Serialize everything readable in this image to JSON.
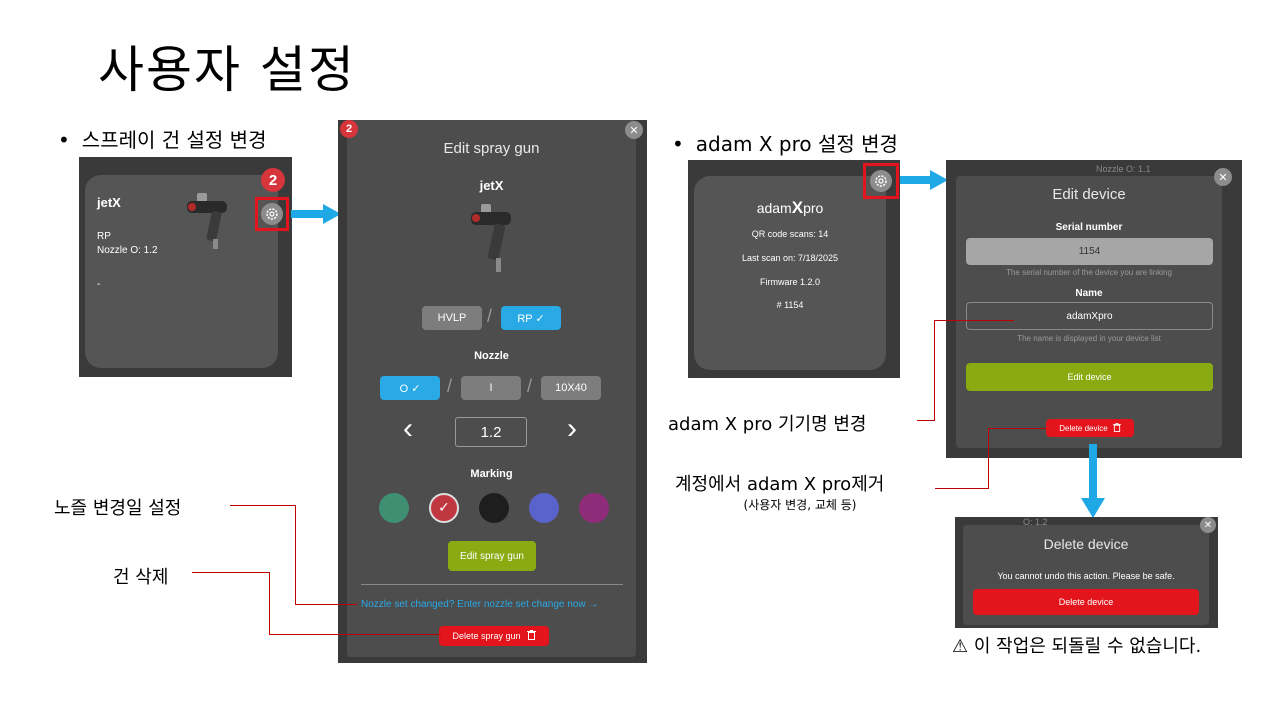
{
  "slide": {
    "title": "사용자 설정",
    "bullet_left": "스프레이 건 설정 변경",
    "bullet_right": "adam X pro 설정 변경",
    "bullet_symbol": "•"
  },
  "gun_card": {
    "name": "jetX",
    "type": "RP",
    "nozzle": "Nozzle O: 1.2",
    "extra": "-",
    "badge": "2"
  },
  "edit_gun": {
    "badge": "2",
    "title": "Edit spray gun",
    "gun_name": "jetX",
    "type_options": [
      {
        "label": "HVLP",
        "selected": false
      },
      {
        "label": "RP ✓",
        "selected": true
      }
    ],
    "nozzle_label": "Nozzle",
    "nozzle_options": [
      {
        "label": "O ✓",
        "selected": true
      },
      {
        "label": "I",
        "selected": false
      },
      {
        "label": "10X40",
        "selected": false
      }
    ],
    "separator": "/",
    "nozzle_value": "1.2",
    "prev": "‹",
    "next": "›",
    "marking_label": "Marking",
    "marking_colors": [
      "#3f8f73",
      "#c0383f",
      "#1e1e1e",
      "#5a63c9",
      "#8f2c79"
    ],
    "marking_check": "✓",
    "save_label": "Edit spray gun",
    "nozzle_change_link": "Nozzle set changed? Enter nozzle set change now →",
    "delete_label": "Delete spray gun",
    "close": "✕"
  },
  "device_card": {
    "brand_pre": "adam",
    "brand_x": "X",
    "brand_post": "pro",
    "qr": "QR code scans: 14",
    "last_scan": "Last scan on: 7/18/2025",
    "firmware": "Firmware 1.2.0",
    "id": "# 1154"
  },
  "edit_device": {
    "title": "Edit device",
    "serial_label": "Serial number",
    "serial_value": "1154",
    "serial_hint": "The serial number of the device you are linking",
    "name_label": "Name",
    "name_value": "adamXpro",
    "name_hint": "The name is displayed in your device list",
    "save_label": "Edit device",
    "delete_label": "Delete device",
    "bg_text_top": "Nozzle O: 1.1",
    "close": "✕"
  },
  "delete_device": {
    "bg_text": "O: 1.2",
    "title": "Delete device",
    "message": "You cannot undo this action. Please be safe.",
    "confirm_label": "Delete device",
    "close": "✕"
  },
  "annotations": {
    "nozzle_setting": "노즐 변경일 설정",
    "delete_gun": "건 삭제",
    "rename_device": "adam X pro 기기명 변경",
    "remove_device": "계정에서 adam X pro제거",
    "remove_device_sub": "(사용자 변경, 교체 등)",
    "warning_icon": "⚠",
    "warning": "이 작업은 되돌릴 수 없습니다."
  },
  "colors": {
    "arrow_blue": "#1fa8e6",
    "annotation_red": "#c00000",
    "accent_green": "#8aaa12",
    "accent_blue": "#29a9e6",
    "danger_red": "#e3141c"
  }
}
